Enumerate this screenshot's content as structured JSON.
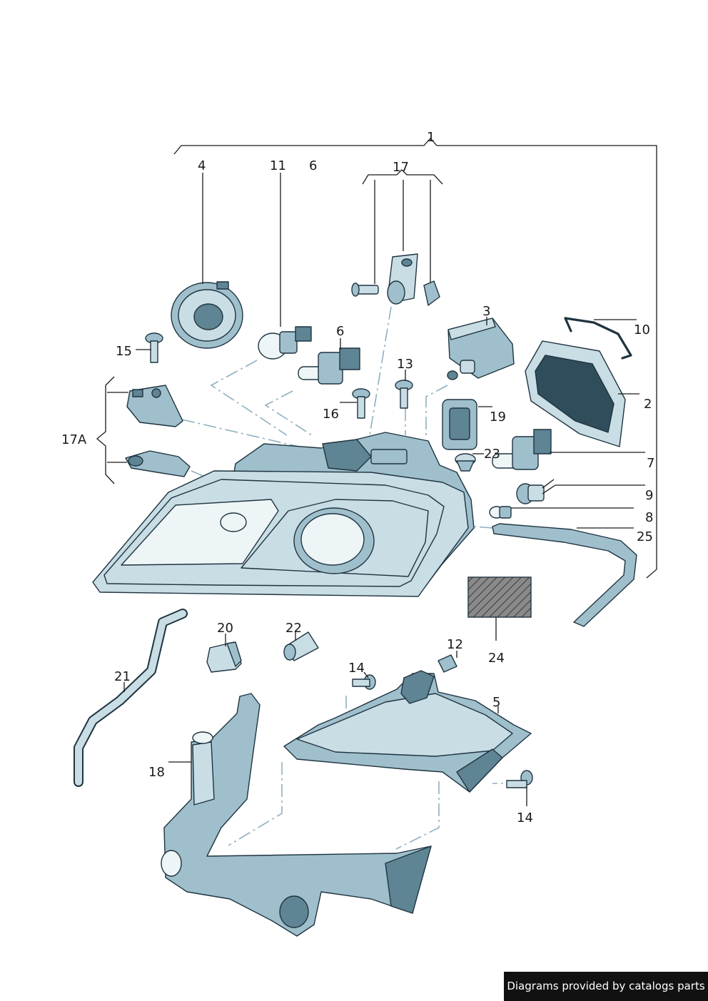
{
  "callouts": {
    "c1": "1",
    "c2": "2",
    "c3": "3",
    "c4": "4",
    "c5": "5",
    "c6a": "6",
    "c6b": "6",
    "c7": "7",
    "c8": "8",
    "c9": "9",
    "c10": "10",
    "c11": "11",
    "c12": "12",
    "c13": "13",
    "c14a": "14",
    "c14b": "14",
    "c15": "15",
    "c16": "16",
    "c17": "17",
    "c17a": "17A",
    "c18": "18",
    "c19": "19",
    "c20": "20",
    "c21": "21",
    "c22": "22",
    "c23": "23",
    "c24": "24",
    "c25": "25"
  },
  "footer": {
    "text": "Diagrams provided by catalogs parts"
  },
  "colors": {
    "part_light": "#c9dde5",
    "part_mid": "#9fbfcc",
    "part_dark": "#5f8494",
    "outline": "#1f3440",
    "dash_line": "#8fb0c0"
  }
}
